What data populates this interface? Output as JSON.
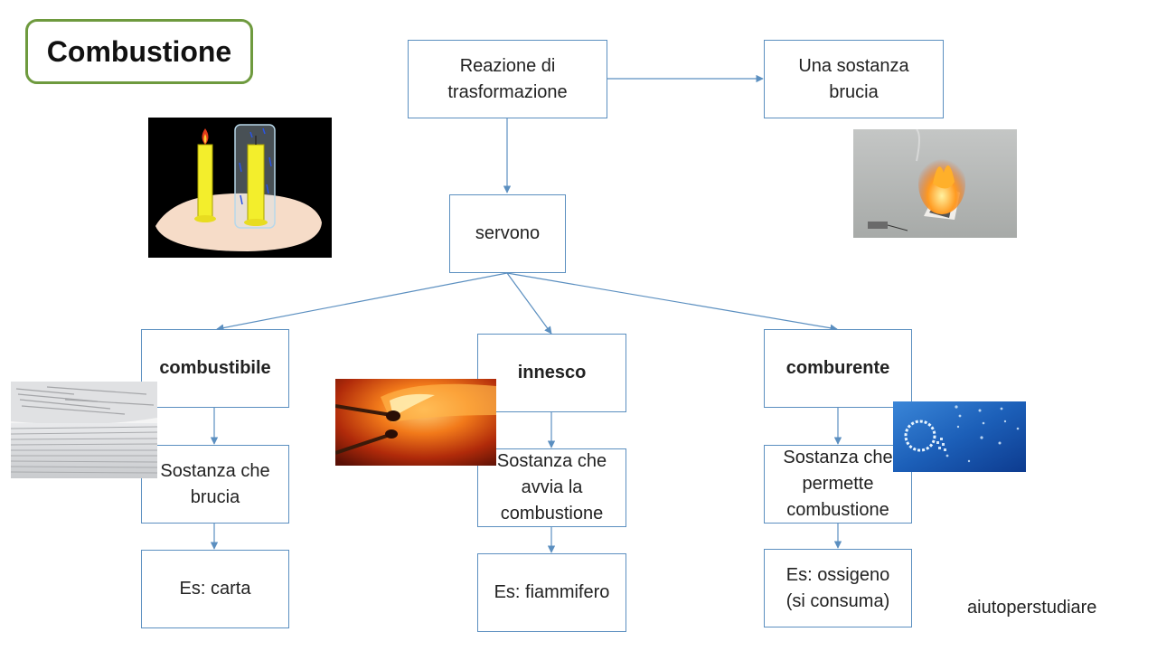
{
  "title": "Combustione",
  "nodes": {
    "reazione": "Reazione di trasformazione",
    "sostanza_brucia": "Una sostanza brucia",
    "servono": "servono",
    "combustibile": "combustibile",
    "innesco": "innesco",
    "comburente": "comburente",
    "combustibile_def": "Sostanza che brucia",
    "innesco_def": "Sostanza che avvia la combustione",
    "comburente_def": "Sostanza che permette combustione",
    "combustibile_es": "Es: carta",
    "innesco_es": "Es: fiammifero",
    "comburente_es": "Es: ossigeno (si consuma)"
  },
  "images": {
    "candles": "candles-under-glass",
    "burning_paper": "burning-paper",
    "paper_stack": "paper-stack",
    "matches": "lit-matches",
    "oxygen": "oxygen-o2"
  },
  "colors": {
    "title_border": "#6e9a3e",
    "node_border": "#5b8fc0",
    "arrow": "#5b8fc0"
  },
  "credit": "aiutoperstudiare"
}
